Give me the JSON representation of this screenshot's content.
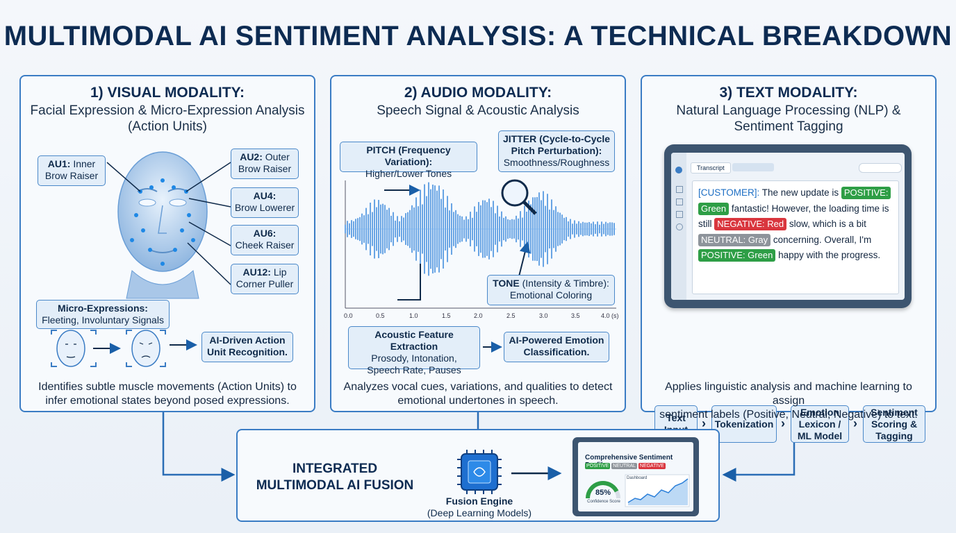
{
  "title": "MULTIMODAL AI SENTIMENT ANALYSIS: A TECHNICAL BREAKDOWN",
  "visual": {
    "heading": "1) VISUAL MODALITY:",
    "subtitle_1": "Facial Expression & Micro-Expression Analysis",
    "subtitle_2": "(Action Units)",
    "au1_code": "AU1:",
    "au1_text_1": "Inner",
    "au1_text_2": "Brow Raiser",
    "au2_code": "AU2:",
    "au2_text_1": "Outer",
    "au2_text_2": "Brow Raiser",
    "au4_code": "AU4:",
    "au4_text": "Brow Lowerer",
    "au6_code": "AU6:",
    "au6_text": "Cheek Raiser",
    "au12_code": "AU12:",
    "au12_text_1": "Lip",
    "au12_text_2": "Corner Puller",
    "micro_title": "Micro-Expressions:",
    "micro_text": "Fleeting, Involuntary Signals",
    "recognition_1": "AI-Driven Action",
    "recognition_2": "Unit Recognition.",
    "footer_1": "Identifies subtle muscle movements (Action Units) to",
    "footer_2": "infer emotional states beyond posed expressions."
  },
  "audio": {
    "heading": "2) AUDIO MODALITY:",
    "subtitle": "Speech Signal & Acoustic Analysis",
    "pitch_title": "PITCH (Frequency Variation):",
    "pitch_text": "Higher/Lower Tones",
    "jitter_title_1": "JITTER (Cycle-to-Cycle",
    "jitter_title_2": "Pitch Perturbation):",
    "jitter_text": "Smoothness/Roughness",
    "tone_title": "TONE",
    "tone_paren": "(Intensity & Timbre):",
    "tone_text": "Emotional Coloring",
    "time_ticks": [
      "0.0",
      "0.5",
      "1.0",
      "1.5",
      "2.0",
      "2.5",
      "3.0",
      "3.5",
      "4.0 (s)"
    ],
    "feature_title": "Acoustic Feature Extraction",
    "feature_text_1": "Prosody, Intonation,",
    "feature_text_2": "Speech Rate, Pauses",
    "classification_1": "AI-Powered Emotion",
    "classification_2": "Classification.",
    "footer_1": "Analyzes vocal cues, variations, and qualities to detect",
    "footer_2": "emotional undertones in speech."
  },
  "text": {
    "heading": "3) TEXT MODALITY:",
    "subtitle_1": "Natural Language Processing (NLP) &",
    "subtitle_2": "Sentiment Tagging",
    "tab_label": "Transcript",
    "speaker": "[CUSTOMER]:",
    "seg_1": "The new update is",
    "tag_pos_1": "POSITIVE:",
    "tag_pos_1b": "Green",
    "seg_2": "fantastic! However, the loading time is",
    "seg_3": "still",
    "tag_neg": "NEGATIVE: Red",
    "seg_4": "slow, which is a bit",
    "tag_neu": "NEUTRAL: Gray",
    "seg_5": "concerning. Overall, I'm",
    "tag_pos_2": "POSITIVE: Green",
    "seg_6": "happy with the progress.",
    "pipeline": [
      "Text\nInput",
      "Tokenization",
      "Emotion\nLexicon /\nML Model",
      "Sentiment\nScoring &\nTagging"
    ],
    "footer_1": "Applies linguistic analysis and machine learning to assign",
    "footer_2": "sentiment labels (Positive, Neutral, Negative) to text."
  },
  "fusion": {
    "title_1": "INTEGRATED",
    "title_2": "MULTIMODAL AI FUSION",
    "engine_title": "Fusion Engine",
    "engine_sub": "(Deep Learning Models)",
    "profile_title": "Comprehensive Sentiment Profile:",
    "profile_pos": "POSITIVE",
    "profile_neu": "NEUTRAL",
    "profile_neg": "NEGATIVE",
    "gauge_value": "85%",
    "gauge_label": "Confidence Score",
    "dashboard_label": "Dashboard"
  },
  "colors": {
    "accent": "#3a7cc4",
    "title": "#0d2b52",
    "positive": "#2e9e46",
    "negative": "#d9363e",
    "neutral": "#8e949b"
  }
}
